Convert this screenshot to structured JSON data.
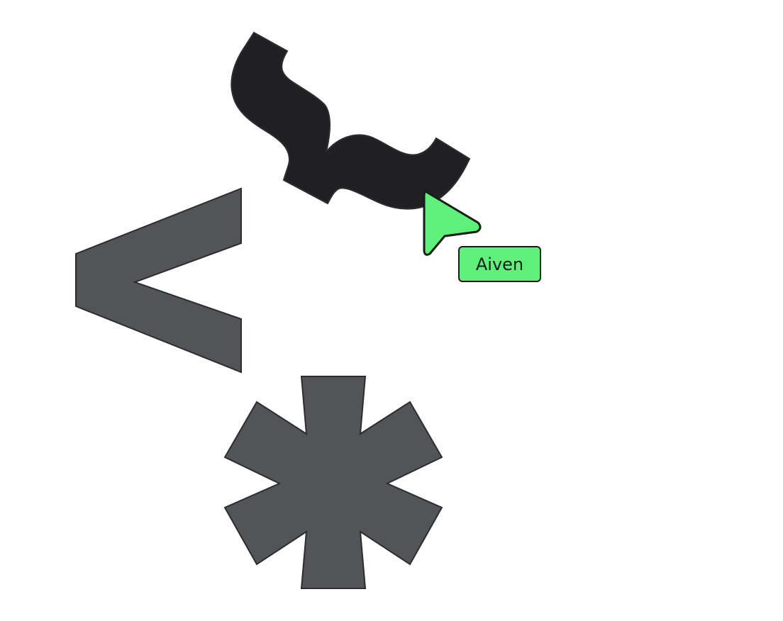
{
  "shapes": [
    {
      "name": "wave-shape",
      "color": "#202022"
    },
    {
      "name": "less-than-shape",
      "color": "#535458"
    },
    {
      "name": "asterisk-shape",
      "color": "#535458"
    }
  ],
  "collaborator_cursor": {
    "name": "Aiven",
    "color": "#5ef07b",
    "outline": "#1a1a1a"
  }
}
